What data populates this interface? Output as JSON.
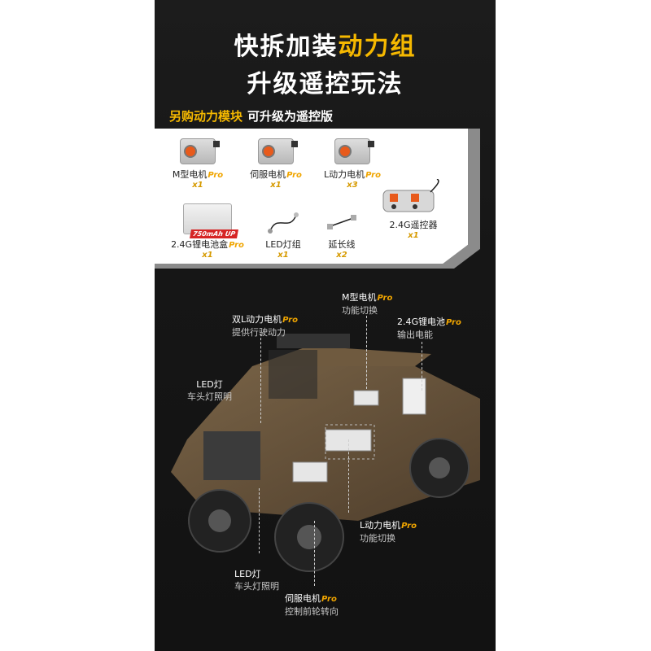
{
  "header": {
    "line1_a": "快拆加装",
    "line1_b": "动力组",
    "line2": "升级遥控玩法"
  },
  "subheader": {
    "accent": "另购动力模块",
    "rest": "可升级为遥控版"
  },
  "parts": [
    {
      "name": "M型电机",
      "pro": "Pro",
      "qty": "x1"
    },
    {
      "name": "伺服电机",
      "pro": "Pro",
      "qty": "x1"
    },
    {
      "name": "L动力电机",
      "pro": "Pro",
      "qty": "x3"
    },
    {
      "name": "2.4G锂电池盒",
      "pro": "Pro",
      "qty": "x1",
      "tag_a": "750mAh",
      "tag_b": "UP"
    },
    {
      "name": "LED灯组",
      "pro": "",
      "qty": "x1"
    },
    {
      "name": "延长线",
      "pro": "",
      "qty": "x2"
    },
    {
      "name": "2.4G遥控器",
      "pro": "",
      "qty": "x1"
    }
  ],
  "callouts": [
    {
      "title": "M型电机",
      "pro": "Pro",
      "desc": "功能切换"
    },
    {
      "title": "双L动力电机",
      "pro": "Pro",
      "desc": "提供行驶动力"
    },
    {
      "title": "2.4G锂电池",
      "pro": "Pro",
      "desc": "输出电能"
    },
    {
      "title": "LED灯",
      "pro": "",
      "desc": "车头灯照明"
    },
    {
      "title": "L动力电机",
      "pro": "Pro",
      "desc": "功能切换"
    },
    {
      "title": "LED灯",
      "pro": "",
      "desc": "车头灯照明"
    },
    {
      "title": "伺服电机",
      "pro": "Pro",
      "desc": "控制前轮转向"
    }
  ],
  "colors": {
    "accent": "#f5b800",
    "panel": "#161616",
    "pro": "#f0a500"
  }
}
